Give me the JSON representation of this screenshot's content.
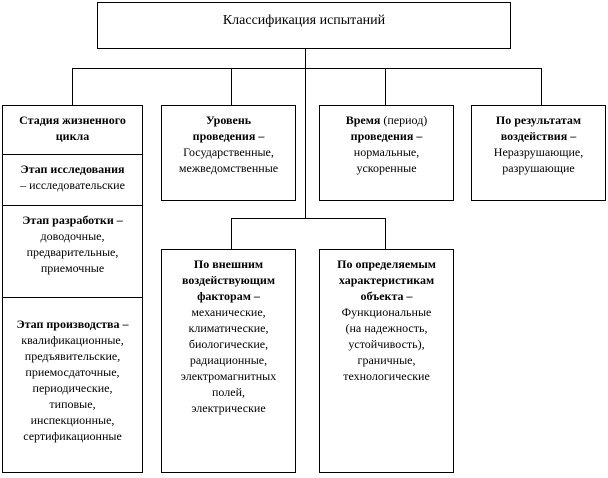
{
  "title": "Классификация испытаний",
  "lifecycle": {
    "heading": "Стадия жизненного цикла",
    "stages": [
      {
        "bold": "Этап исследования",
        "text": "– исследовательские"
      },
      {
        "bold": "Этап разработки –",
        "text": "доводочные, предварительные, приемочные"
      },
      {
        "bold": "Этап производства –",
        "text": "квалификационные, предъявительские, приемосдаточные, периодические, типовые, инспекционные, сертификационные"
      }
    ]
  },
  "level": {
    "bold": "Уровень проведения –",
    "text": "Государственные, межведомственные"
  },
  "time": {
    "bold1": "Время",
    "plain1": "(период)",
    "bold2": "проведения –",
    "text": "нормальные, ускоренные"
  },
  "result": {
    "bold": "По результатам воздействия –",
    "text": "Неразрушающие, разрушающие"
  },
  "external": {
    "bold": "По внешним воздействующим факторам –",
    "text": "механические, климатические, биологические, радиационные, электромагнитных полей, электрические"
  },
  "characteristics": {
    "bold": "По определяемым характеристикам объекта –",
    "text": "Функциональные (на надежность, устойчивость), граничные, технологические"
  }
}
